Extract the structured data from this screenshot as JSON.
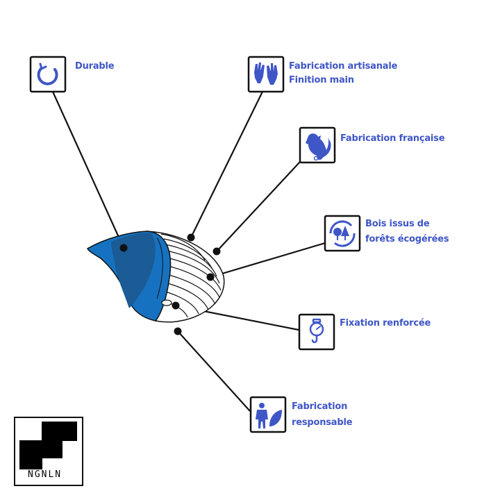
{
  "features": {
    "durable": {
      "lines": [
        "Durable"
      ],
      "icon": "recycle-arrows-icon"
    },
    "artisanale": {
      "lines": [
        "Fabrication artisanale",
        "Finition main"
      ],
      "icon": "hands-icon"
    },
    "francaise": {
      "lines": [
        "Fabrication française"
      ],
      "icon": "rooster-icon"
    },
    "bois": {
      "lines": [
        "Bois issus de",
        "forêts écogérées"
      ],
      "icon": "trees-cycle-icon"
    },
    "fixation": {
      "lines": [
        "Fixation renforcée"
      ],
      "icon": "hanging-scale-icon"
    },
    "responsable": {
      "lines": [
        "Fabrication",
        "responsable"
      ],
      "icon": "person-leaf-icon"
    }
  },
  "colors": {
    "label": "#3f56c6",
    "icon": "#3f56c6",
    "shell_blue": "#1672c0",
    "shell_dark_blue": "#1b5b96",
    "outline": "#111111"
  },
  "brand": {
    "text": "NGNLN",
    "icon": "stair-step-logo-icon"
  }
}
